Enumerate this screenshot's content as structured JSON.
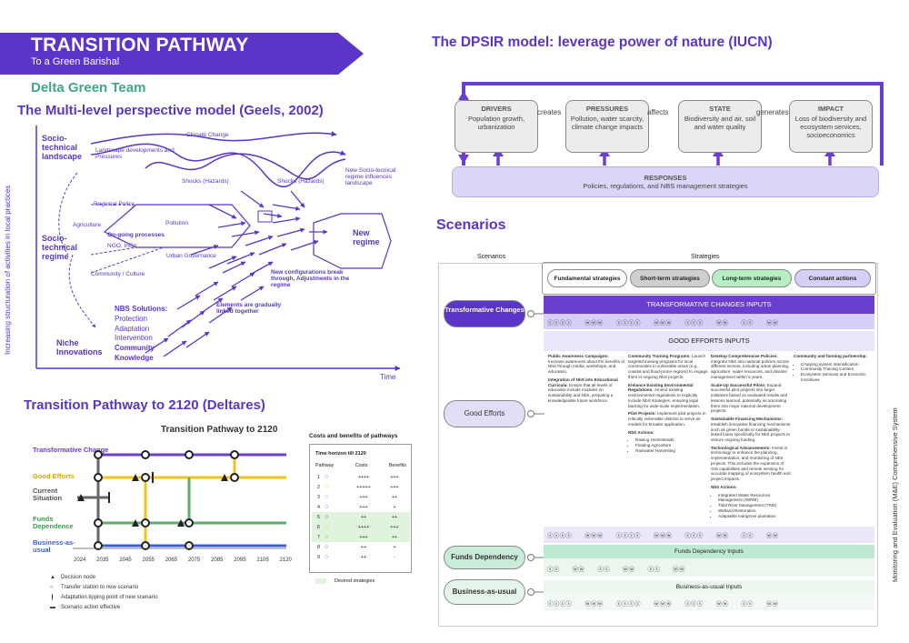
{
  "banner": {
    "title": "TRANSITION PATHWAY",
    "subtitle": "To a Green Barishal"
  },
  "team": "Delta Green Team",
  "mlp": {
    "heading": "The Multi-level perspective model (Geels, 2002)",
    "landscape": "Socio-technical landscape",
    "regime": "Socio-technical regime",
    "niche": "Niche Innovations",
    "yaxis": "Increasing structuration of activities in local practices",
    "xaxis": "Time",
    "landscape_dev": "Landscape developments and Pressures",
    "climate": "Climate Change",
    "shocks1": "Shocks (Hazards)",
    "shocks2": "Shocks (Hazards)",
    "new_regime_infl": "New Socio-tecnical regime influences landscape",
    "regional_policy": "Regional Policy",
    "agriculture": "Agriculture",
    "pollution": "Pollution",
    "ongoing": "On-going processes",
    "ngo": "NGO, InGo",
    "urban": "Urban Governance",
    "community": "Community / Culture",
    "new_regime": "New regime",
    "new_config": "New configurations break through, Adjustments in the regime",
    "nbs_title": "NBS Solutions:",
    "nbs_items": [
      "Protection",
      "Adaptation",
      "Intervention"
    ],
    "community_knowledge": "Community Knowledge",
    "gradually": "Elements are gradually linked together"
  },
  "pathway": {
    "heading": "Transition Pathway to 2120 (Deltares)",
    "chart_title": "Transition Pathway to 2120",
    "labels": [
      "Transformative Change",
      "Good Efforts",
      "Current Situation",
      "Funds Dependence",
      "Business-as-usual"
    ],
    "years": [
      "2024",
      "2035",
      "2045",
      "2055",
      "2065",
      "2075",
      "2085",
      "2095",
      "2105",
      "2120"
    ],
    "legend": [
      "Decision node",
      "Transfer station to new scenario",
      "Adaptation tipping point of new scenario",
      "Scenario action effective"
    ],
    "colors": {
      "transformative": "#6a3fd0",
      "good": "#f0c419",
      "current": "#666666",
      "funds": "#5fae6a",
      "bau": "#3a5fd8"
    }
  },
  "costs": {
    "title": "Costs and benefits of pathways",
    "horizon": "Time horizon till 2120",
    "headers": [
      "Pathway",
      "Costs",
      "Benefits"
    ],
    "rows": [
      {
        "id": "1",
        "costs": "++++",
        "benefits": "+++"
      },
      {
        "id": "2",
        "costs": "+++++",
        "benefits": "+++"
      },
      {
        "id": "3",
        "costs": "+++",
        "benefits": "++"
      },
      {
        "id": "4",
        "costs": "+++",
        "benefits": "+"
      },
      {
        "id": "5",
        "costs": "++",
        "benefits": "++"
      },
      {
        "id": "6",
        "costs": "++++",
        "benefits": "+++"
      },
      {
        "id": "7",
        "costs": "+++",
        "benefits": "++"
      },
      {
        "id": "8",
        "costs": "++",
        "benefits": "+"
      },
      {
        "id": "9",
        "costs": "++",
        "benefits": "-"
      }
    ],
    "desired": "Desired strategies"
  },
  "dpsir": {
    "heading": "The DPSIR model: leverage power of nature (IUCN)",
    "boxes": [
      {
        "title": "DRIVERS",
        "text": "Population growth, urbanization"
      },
      {
        "title": "PRESSURES",
        "text": "Pollution, water scarcity, climate change impacts"
      },
      {
        "title": "STATE",
        "text": "Biodiversity and air, soil and water quality"
      },
      {
        "title": "IMPACT",
        "text": "Loss of biodiversity and ecosystem services, socioeconomics"
      }
    ],
    "connectors": [
      "creates",
      "affects",
      "generates"
    ],
    "responses_title": "RESPONSES",
    "responses_text": "Policies, regulations, and NBS management strategies"
  },
  "scenarios": {
    "heading": "Scenarios",
    "col_scenarios": "Scenarios",
    "col_strategies": "Strategies",
    "pills": [
      "Fundamental strategies",
      "Short-term strategies",
      "Long-term strategies",
      "Constant actions"
    ],
    "pill_colors": [
      "#ffffff",
      "#cfcfcf",
      "#b6f0c2",
      "#d8cff7"
    ],
    "left": [
      "Transformative Changes",
      "Good Efforts",
      "Funds Dependency",
      "Business-as-usual"
    ],
    "tc_inputs": "TRANSFORMATIVE CHANGES INPUTS",
    "ge_inputs": "GOOD EFFORTS INPUTS",
    "fd_inputs": "Funds Dependency Inputs",
    "bau_inputs": "Business-as-usual Inputs",
    "monitoring": "Monitoring and Evaluation (M&E) Comprehensive System",
    "icon_row": [
      "ⓢⓢⓢⓢ",
      "ⓦⓦⓦ",
      "ⓢⓢⓢⓢ",
      "ⓦⓦⓦ",
      "ⓢⓢⓢ",
      "ⓦⓦ",
      "ⓢⓢ",
      "ⓦⓦ"
    ],
    "col1": {
      "p1_b": "Public Awareness Campaigns:",
      "p1": "Increase awareness about the benefits of NbS through media, workshops, and education.",
      "p2_b": "Integration of NbS into Educational Curricula:",
      "p2": "Ensure that all levels of education include modules on sustainability and NbS, preparing a knowledgeable future workforce."
    },
    "col2": {
      "p1_b": "Community Training Programs:",
      "p1": "Launch targeted training programs for local communities in vulnerable areas (e.g., coastal and flood-prone regions) to engage them in ongoing NbS projects.",
      "p2_b": "Enhance Existing Environmental Regulations:",
      "p2": "Amend existing environmental regulations to explicitly include NbS strategies, ensuring legal backing for wide-scale implementation.",
      "p3_b": "Pilot Projects:",
      "p3": "Implement pilot projects in critically vulnerable districts to serve as models for broader application.",
      "list_b": "NbS Actions:",
      "list": [
        "Raising Homesteads",
        "Floating Agriculture",
        "Rainwater Harvesting"
      ]
    },
    "col3": {
      "p1_b": "Develop Comprehensive Policies:",
      "p1": "Integrate NbS into national policies across different sectors, including urban planning, agriculture, water resources, and disaster management within 5 years.",
      "p2_b": "Scale-Up Successful Pilots:",
      "p2": "Expand successful pilot projects into larger initiatives based on evaluated results and lessons learned, potentially incorporating them into major national development projects.",
      "p3_b": "Sustainable Financing Mechanisms:",
      "p3": "Establish innovative financing mechanisms such as green bonds or sustainability-linked loans specifically for NbS projects to ensure ongoing funding.",
      "p4_b": "Technological Advancements:",
      "p4": "Invest in technology to enhance the planning, implementation, and monitoring of NbS projects. This includes the expansion of GIS capabilities and remote sensing for accurate mapping of ecosystem health and project impacts.",
      "list_b": "NbS Actions:",
      "list": [
        "Integrated Water Resources Management (IWRM)",
        "Tidal River Management (TRM)",
        "Wetland Restoration",
        "Adaptable mangrove plantation"
      ]
    },
    "col4": {
      "p1_b": "Community and farming partnership:",
      "list": [
        "Cropping system intensification",
        "Community Training Centers",
        "Ecosystem Services and Economic Incentives"
      ]
    }
  }
}
